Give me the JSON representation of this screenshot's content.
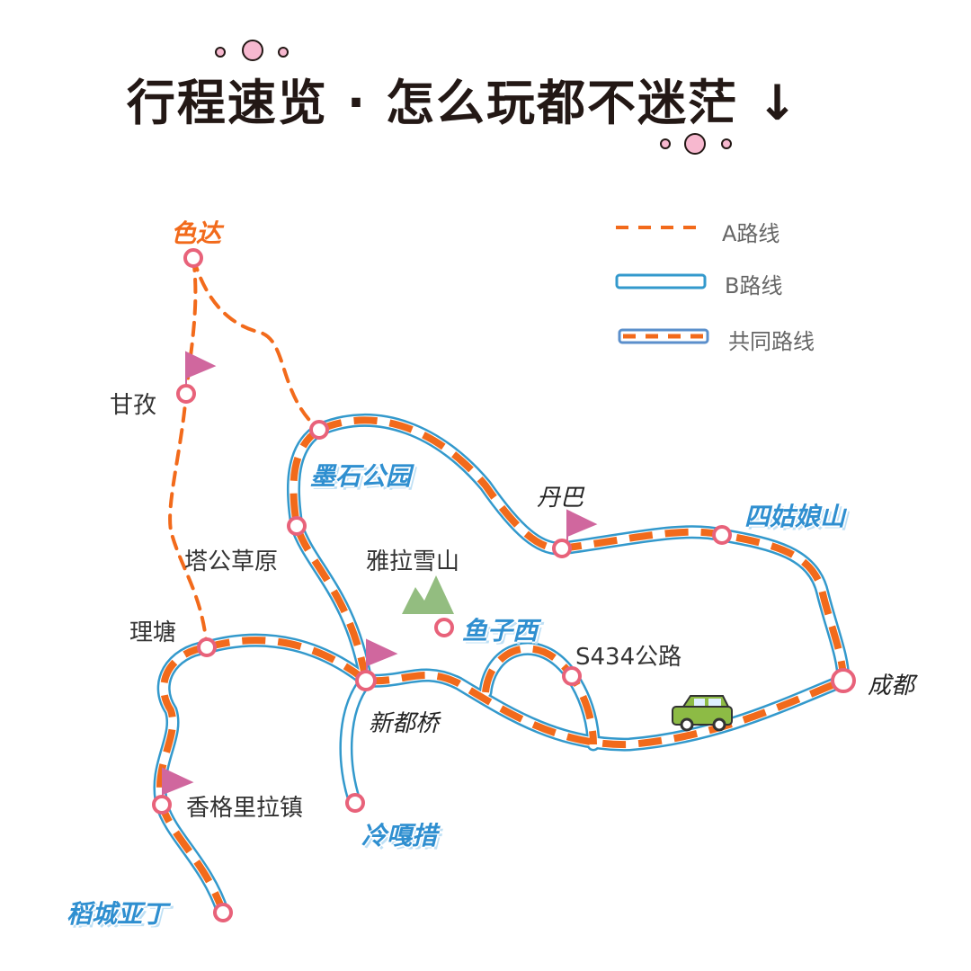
{
  "title": {
    "main": "行程速览 · 怎么玩都不迷茫",
    "arrow": "↓"
  },
  "legend": [
    {
      "label": "A路线"
    },
    {
      "label": "B路线"
    },
    {
      "label": "共同路线"
    }
  ],
  "places": {
    "seda": "色达",
    "ganzi": "甘孜",
    "moshi": "墨石公园",
    "danba": "丹巴",
    "siguniang": "四姑娘山",
    "tagong": "塔公草原",
    "yala": "雅拉雪山",
    "yuzixi": "鱼子西",
    "litang": "理塘",
    "s434": "S434公路",
    "chengdu": "成都",
    "xinduqiao": "新都桥",
    "shangrila": "香格里拉镇",
    "lenggacuo": "冷嘎措",
    "daocheng": "稻城亚丁"
  },
  "colors": {
    "routeA": "#f26a1b",
    "routeB": "#3399cc",
    "node": "#e8627a",
    "flag": "#d0679e",
    "mountain": "#93bd80"
  }
}
